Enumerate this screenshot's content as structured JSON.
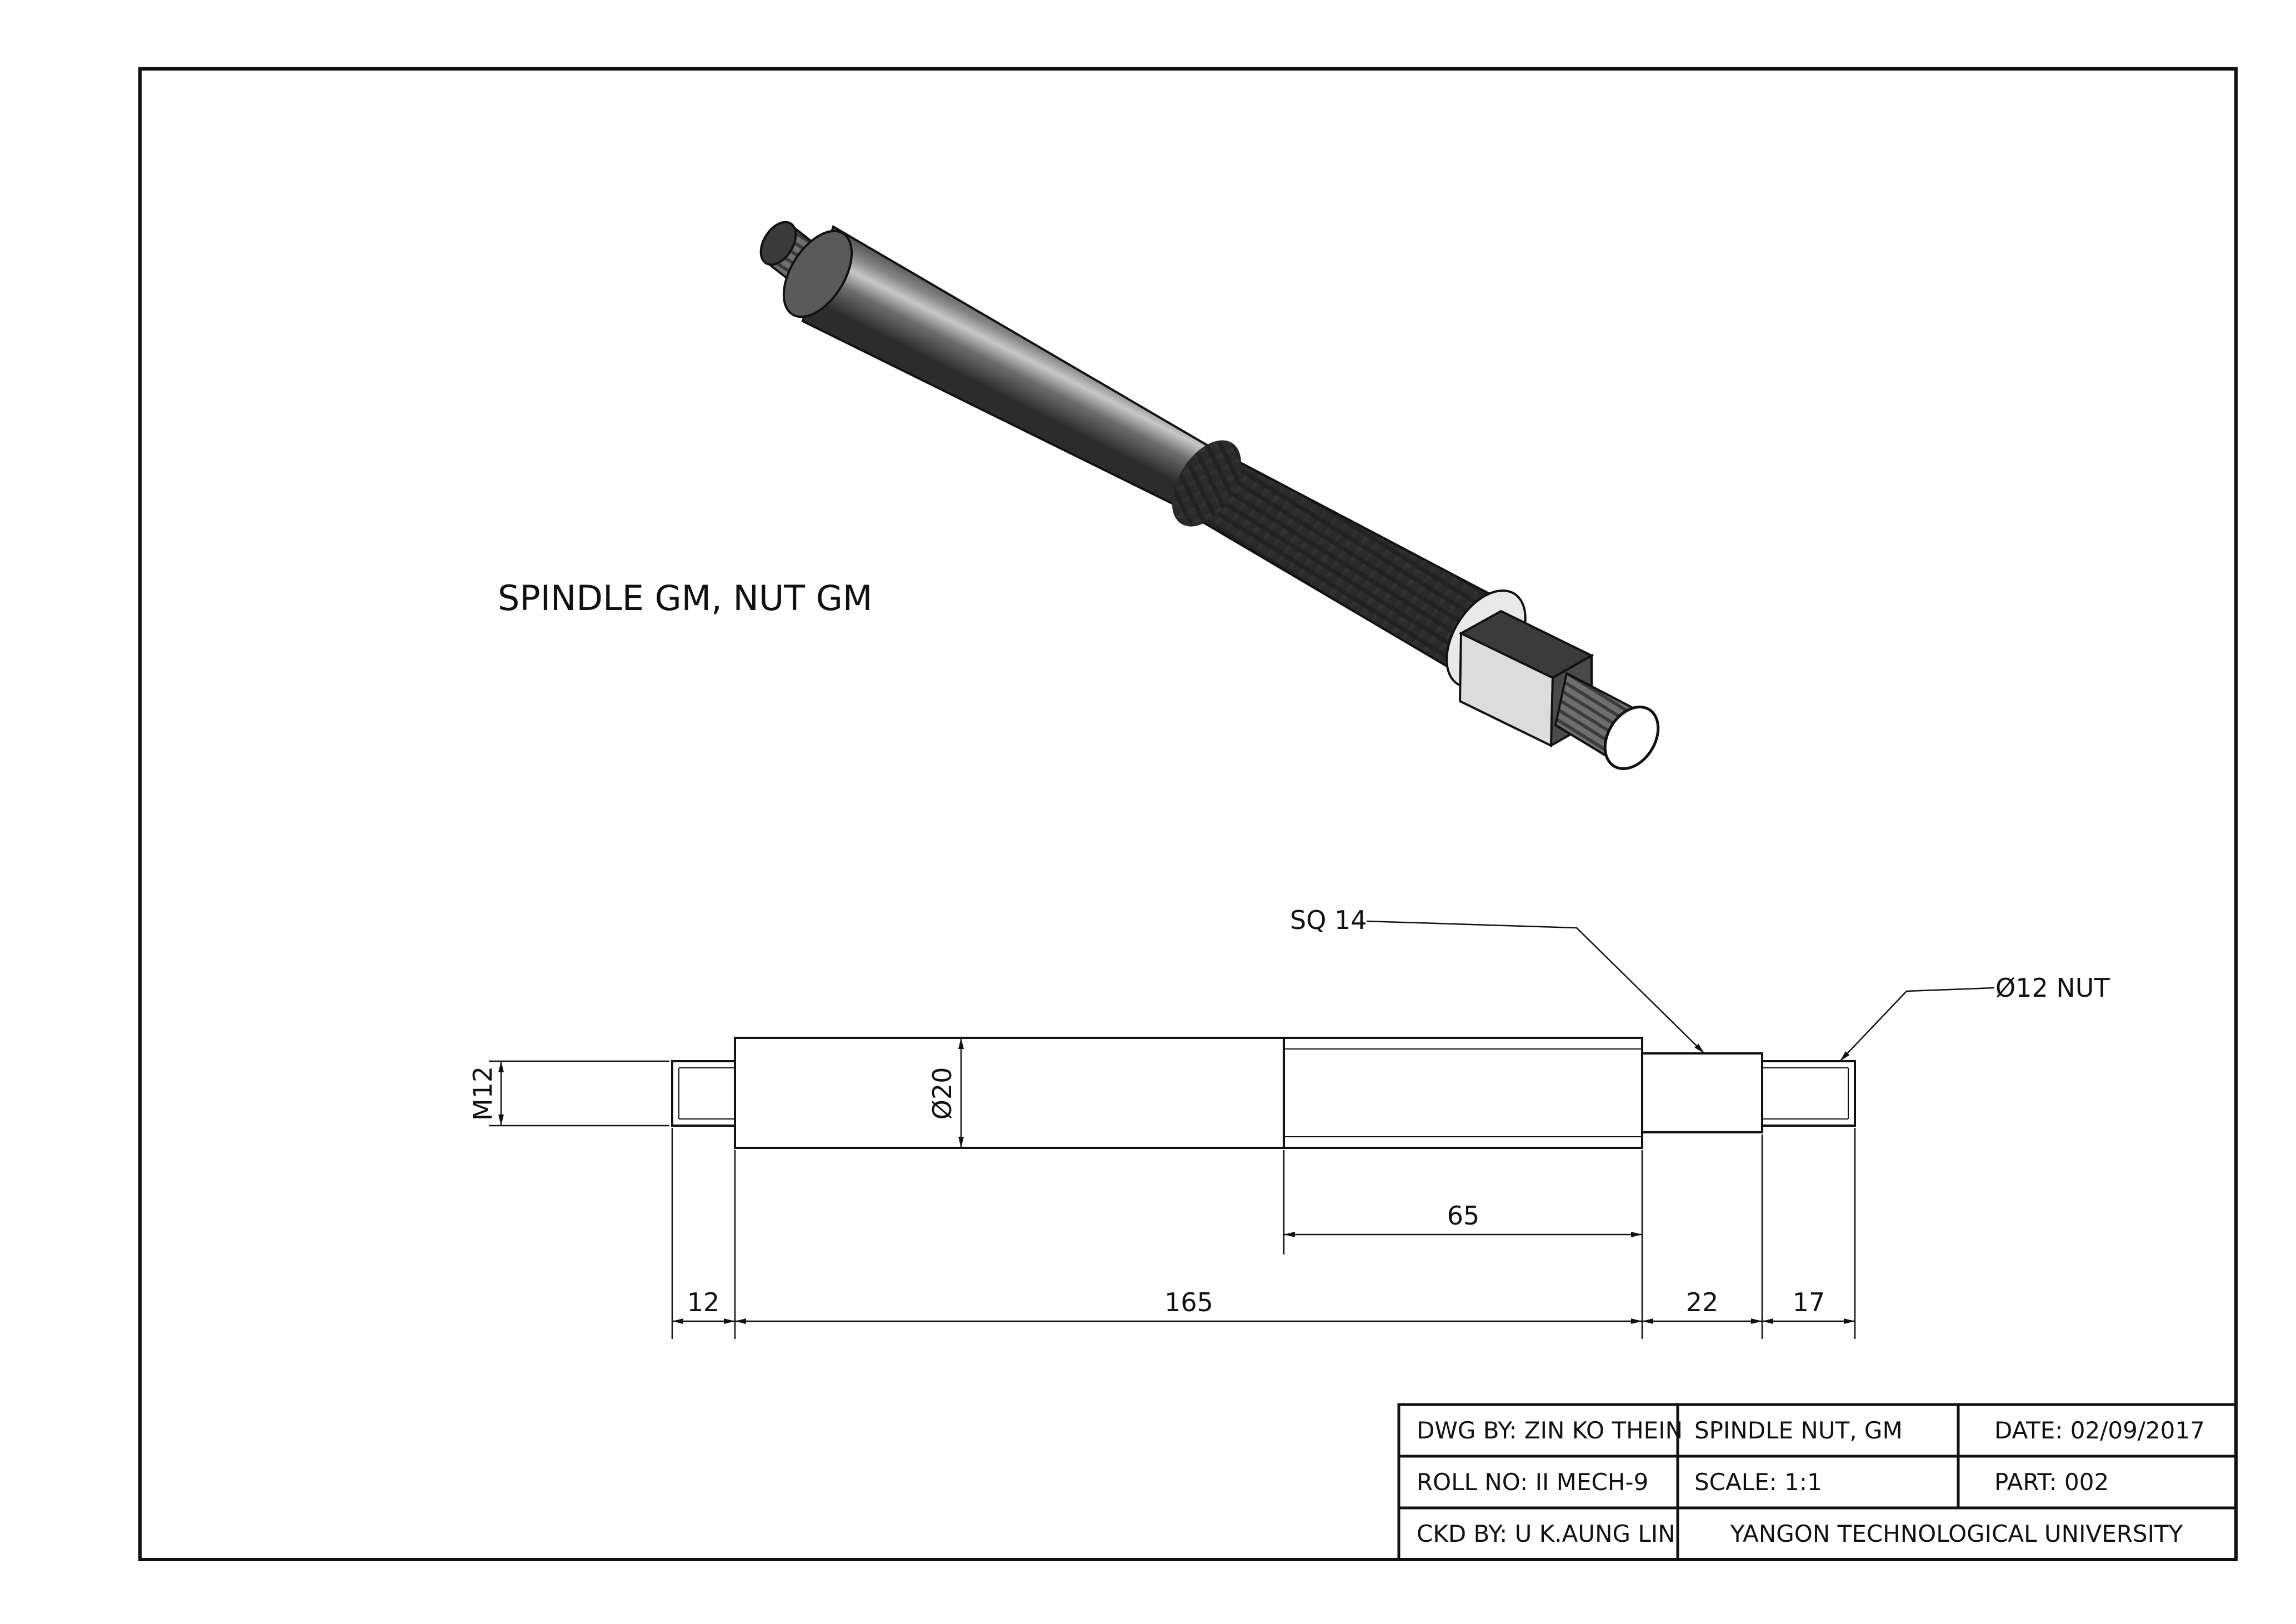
{
  "title_label": "SPINDLE GM, NUT GM",
  "callouts": {
    "square": "SQ 14",
    "nut": "Ø12 NUT"
  },
  "dimensions": {
    "thread": "M12",
    "diameter": "Ø20",
    "thread_length": "65",
    "len_left": "12",
    "len_main": "165",
    "len_square": "22",
    "len_right": "17"
  },
  "title_block": {
    "dwg_by": "DWG BY: ZIN KO THEIN",
    "part_name": "SPINDLE NUT, GM",
    "date": "DATE: 02/09/2017",
    "roll_no": "ROLL NO: II MECH-9",
    "scale": "SCALE: 1:1",
    "part_no": "PART: 002",
    "ckd_by": "CKD BY: U K.AUNG LIN",
    "institution": "YANGON TECHNOLOGICAL UNIVERSITY"
  }
}
